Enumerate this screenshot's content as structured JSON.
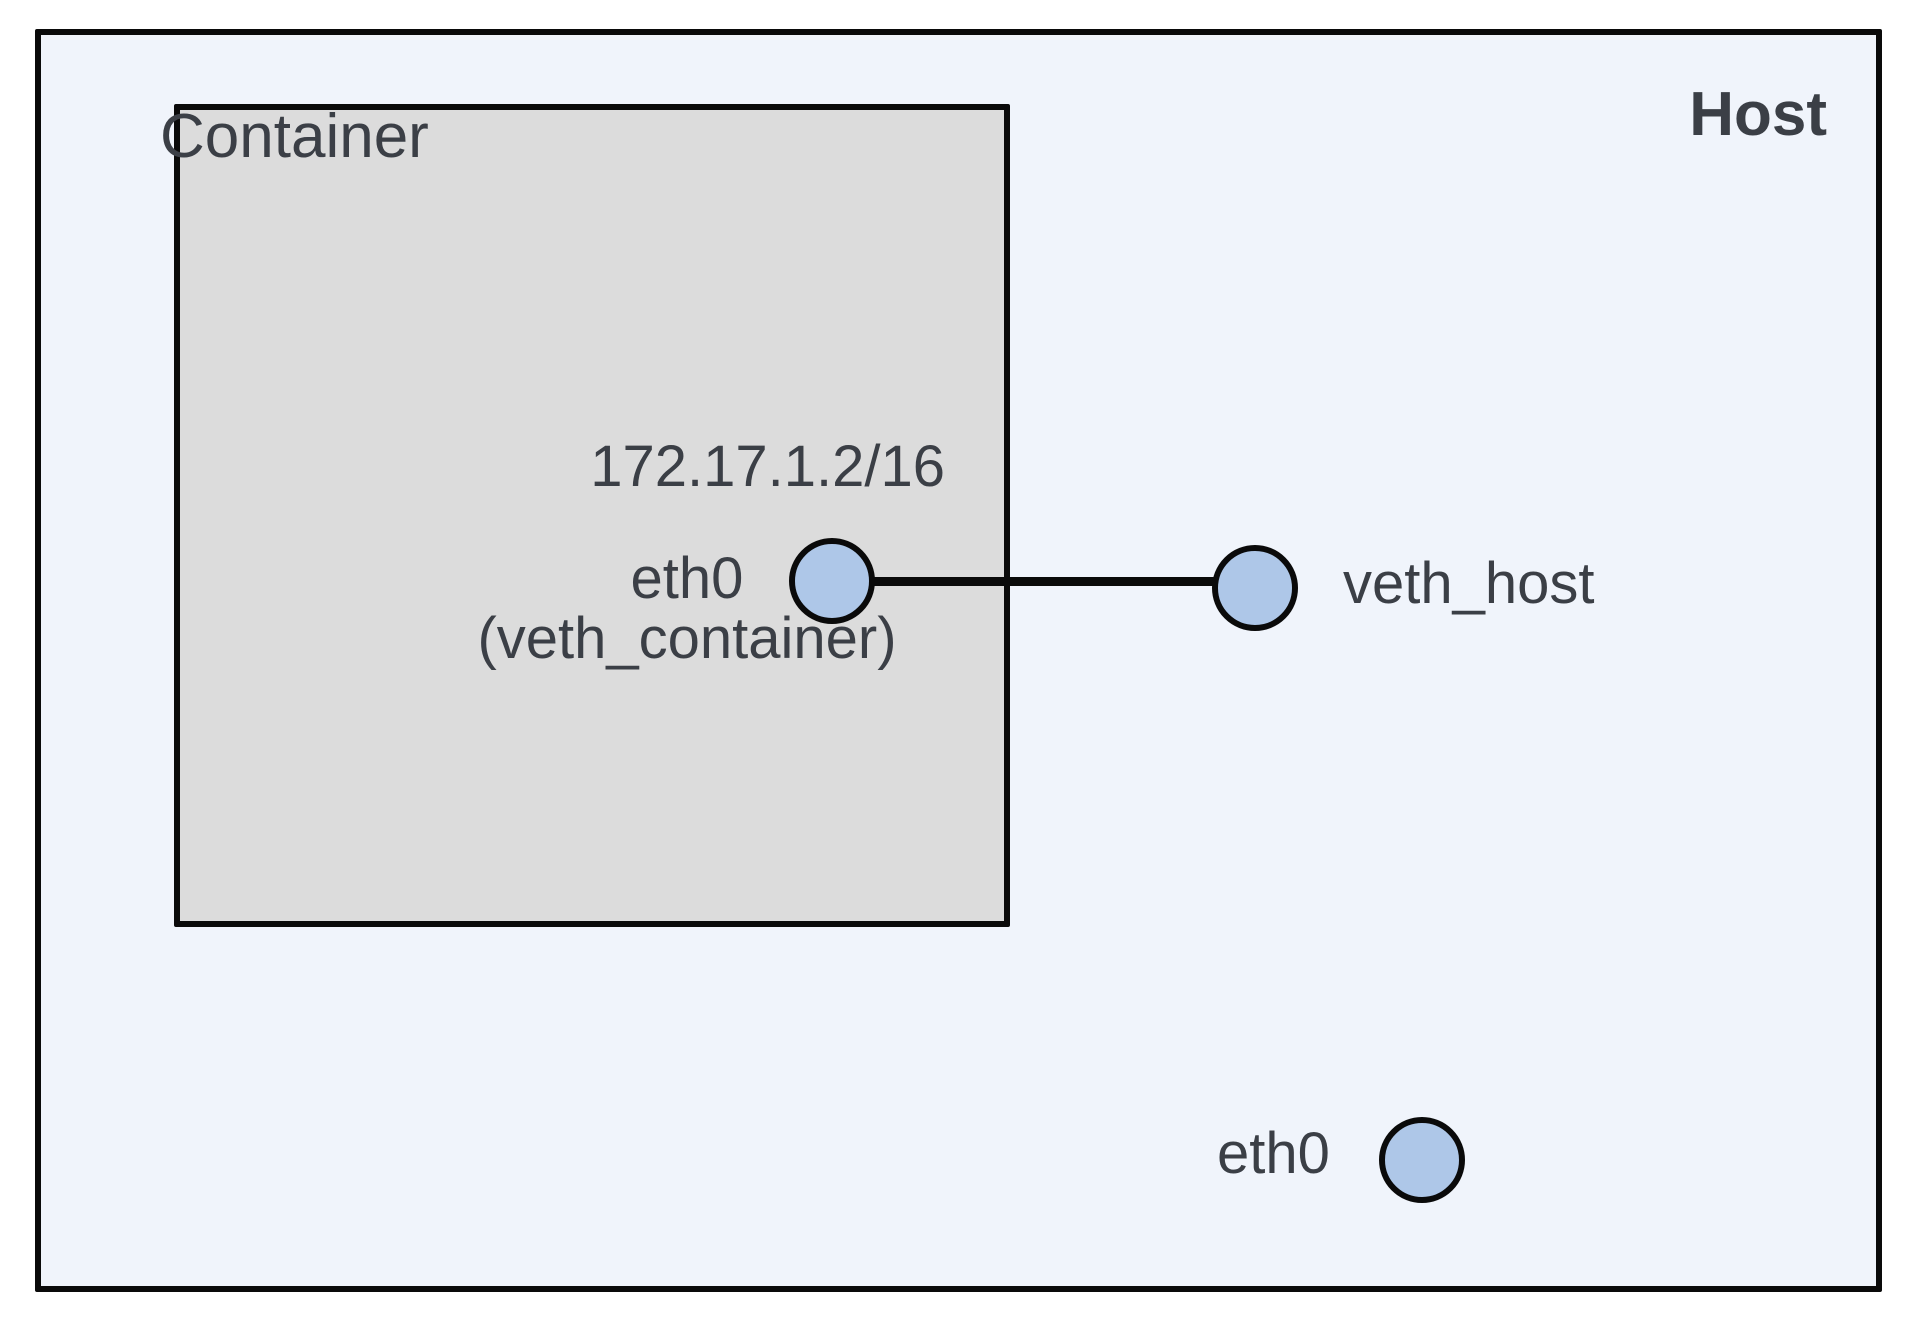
{
  "diagram": {
    "host": {
      "label": "Host"
    },
    "container": {
      "label": "Container"
    },
    "nodes": {
      "veth_container": {
        "ip": "172.17.1.2/16",
        "label": "eth0\n(veth_container)"
      },
      "veth_host": {
        "label": "veth_host"
      },
      "host_eth0": {
        "label": "eth0"
      }
    },
    "edges": [
      {
        "from": "veth_container",
        "to": "veth_host"
      }
    ],
    "colors": {
      "host_fill": "#f0f4fb",
      "container_fill": "#dcdcdc",
      "node_fill": "#aec7e8",
      "line_color": "#0a0a0a",
      "text_color": "#3b3f46"
    }
  }
}
